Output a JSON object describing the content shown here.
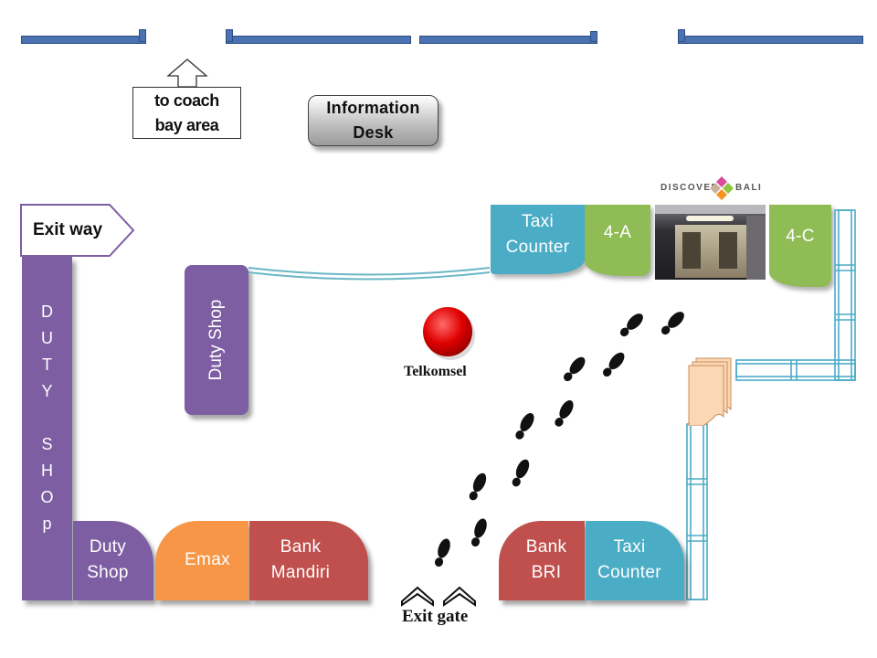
{
  "signs": {
    "coach": "to coach\nbay area",
    "info": "Information\nDesk",
    "exit_way": "Exit way",
    "exit_gate": "Exit gate",
    "telkomsel": "Telkomsel"
  },
  "brand": {
    "left": "DISCOVER",
    "right": "BALI"
  },
  "shops": {
    "duty_shop_vertical": [
      "D",
      "U",
      "T",
      "Y",
      "",
      "S",
      "H",
      "O",
      "p"
    ],
    "duty_shop_center": "Duty Shop",
    "duty_shop_bottom": "Duty\nShop",
    "emax": "Emax",
    "bank_mandiri": "Bank\nMandiri",
    "bank_bri": "Bank\nBRI",
    "taxi_bottom": "Taxi\nCounter",
    "taxi_top": "Taxi\nCounter",
    "gate_4a": "4-A",
    "gate_4c": "4-C"
  },
  "colors": {
    "purple": "#7d5ea2",
    "orange": "#f79646",
    "red": "#c0504d",
    "teal": "#4bacc6",
    "green": "#8fbc54",
    "wall_blue": "#4a72b0"
  }
}
